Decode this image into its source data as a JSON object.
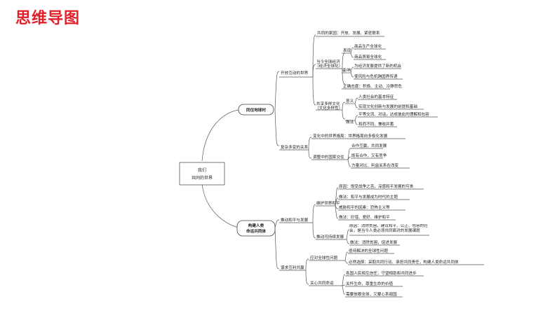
{
  "title": "思维导图",
  "center": {
    "line1": "我们",
    "line2": "共同的世界"
  },
  "branch1": {
    "label": "同住地球村",
    "open_world": {
      "label": "开放互动的世界",
      "home": "共同的家园：开放、发展、紧密联系",
      "globalization": {
        "label1": "当今全球经济",
        "label2": "（经济全球化）",
        "manifest": {
          "label": "表现",
          "items": [
            "商品生产全球化",
            "商品贸易全球化"
          ]
        },
        "influence": {
          "label": "影响",
          "items": [
            "为经济发展提供了新的机会",
            "使风险与危机跨国界传递"
          ]
        },
        "attitude": "正确态度：积极、主动、冷静思危"
      },
      "culture": {
        "label1": "共享多样文化",
        "label2": "（文化多样性）",
        "meaning": {
          "label": "意义",
          "items": [
            "人类社会的基本特征",
            "实现文化创新与发展的前提和基础"
          ]
        },
        "method": {
          "label": "做法",
          "items": [
            "平等交流、对话，达成彼此的理解和包容",
            "和而不同、兼收并蓄"
          ]
        }
      }
    },
    "complex": {
      "label": "复杂多变的关系",
      "pattern": "变化中的世界格局：世界格局向多极化发展",
      "relations": {
        "label": "调整中的国家交往",
        "items": [
          "合作互赢，共同发展",
          "既有合作，又有竞争",
          "力量对比、利益关系在改变"
        ]
      }
    }
  },
  "branch2": {
    "label1": "构建人类",
    "label2": "命运共同体",
    "peace_dev": {
      "label": "推动和平与发展",
      "peace": {
        "label": "维护世界和平",
        "items": [
          "原因：饱受战争之苦，深感和平发展的可贵",
          "做法：和平与发展成为时代的主题",
          "威胁和平的因素：恐怖主义等",
          "做法：珍惜、爱好、维护和平"
        ]
      },
      "sustainable": {
        "label": "推动可持续发展",
        "items": [
          "原因：消除贫困，建设和平、公正、包容的社会，是当今人类必须共同面对的发展课题",
          "做法：消除贫困，促进发展"
        ]
      }
    },
    "mutual": {
      "label": "谋求互利共赢",
      "global_issues": {
        "label": "应对全球性问题",
        "items": [
          "亟待解决的全球性问题",
          "必然选择：采取共同行动、承担共同责任，构建人类命运共同体"
        ]
      },
      "shared_fate": {
        "label": "关心共同命运",
        "items": [
          "各国人民相互信任，守望相助和共同进步",
          "关怀生命、尊重生命的价值",
          "需要放眼全球，又要心系祖国"
        ]
      }
    }
  }
}
